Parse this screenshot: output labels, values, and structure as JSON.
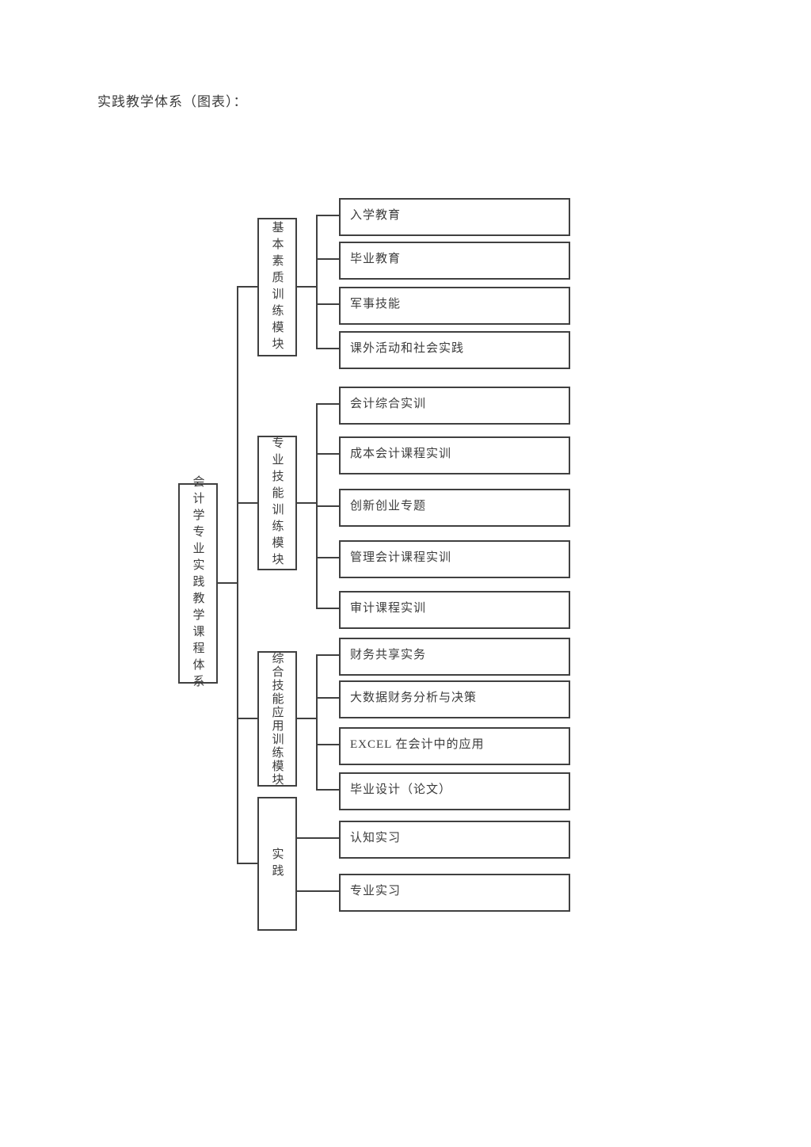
{
  "page": {
    "title": "实践教学体系（图表）："
  },
  "diagram": {
    "line_color": "#404040",
    "background_color": "#ffffff",
    "root": {
      "label": "会计学专业实践教学课程体系"
    },
    "modules": [
      {
        "label": "基本素质训练模块",
        "children": [
          "入学教育",
          "毕业教育",
          "军事技能",
          "课外活动和社会实践"
        ]
      },
      {
        "label": "专业技能训练模块",
        "children": [
          "会计综合实训",
          "成本会计课程实训",
          "创新创业专题",
          "管理会计课程实训",
          "审计课程实训"
        ]
      },
      {
        "label": "综合技能应用训练模块",
        "children": [
          "财务共享实务",
          "大数据财务分析与决策",
          "EXCEL 在会计中的应用",
          "毕业设计（论文）"
        ]
      },
      {
        "label": "实践",
        "children": [
          "认知实习",
          "专业实习"
        ]
      }
    ]
  }
}
